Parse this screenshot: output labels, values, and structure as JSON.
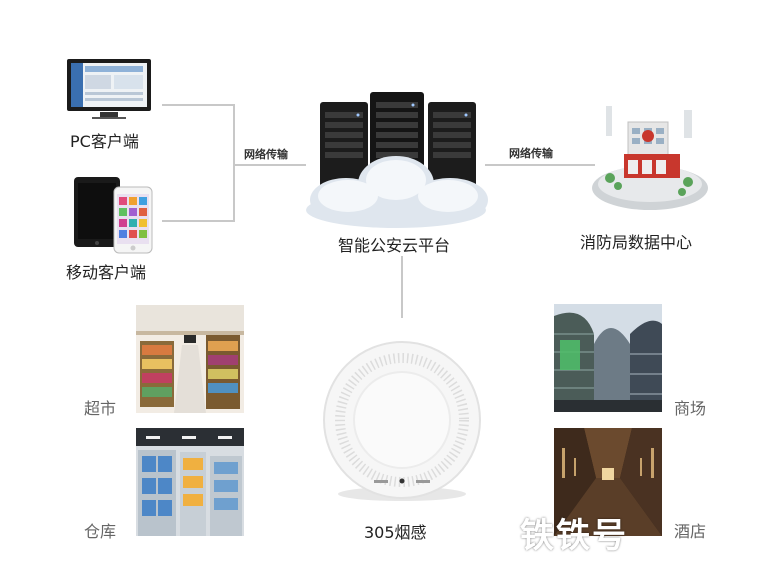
{
  "nodes": {
    "pc_client": "PC客户端",
    "mobile_client": "移动客户端",
    "platform": "智能公安云平台",
    "fire_center": "消防局数据中心",
    "supermarket": "超市",
    "warehouse": "仓库",
    "mall": "商场",
    "hotel": "酒店",
    "smoke_detector": "305烟感"
  },
  "edges": {
    "left_network": "网络传输",
    "right_network": "网络传输"
  },
  "watermark": "铁铁号"
}
